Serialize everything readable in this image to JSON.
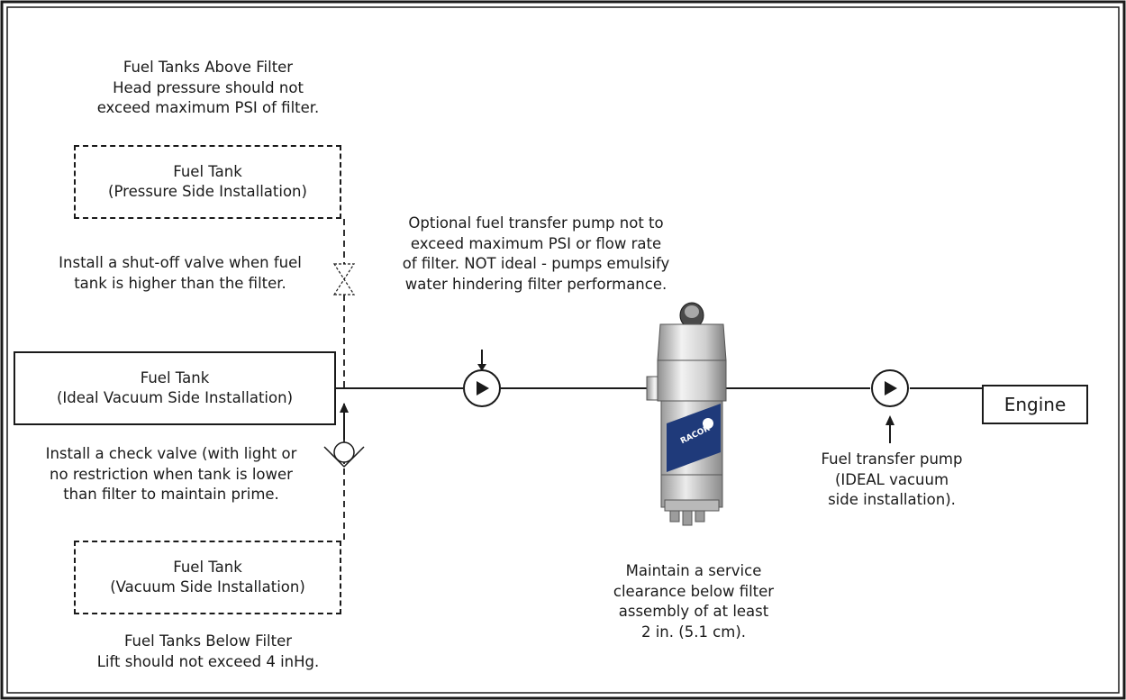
{
  "tanks": {
    "pressure_side": {
      "title": "Fuel Tank",
      "subtitle": "(Pressure Side Installation)"
    },
    "ideal_vacuum": {
      "title": "Fuel Tank",
      "subtitle": "(Ideal Vacuum Side Installation)"
    },
    "vacuum_side": {
      "title": "Fuel Tank",
      "subtitle": "(Vacuum Side Installation)"
    }
  },
  "engine": {
    "label": "Engine"
  },
  "notes": {
    "above_filter": [
      "Fuel Tanks Above Filter",
      "Head pressure should not",
      "exceed maximum PSI of  filter."
    ],
    "shutoff_valve": [
      "Install a shut-off valve when fuel",
      "tank is higher than the filter."
    ],
    "check_valve": [
      "Install a check valve (with light or",
      "no restriction when tank is lower",
      "than filter to maintain prime."
    ],
    "below_filter": [
      "Fuel Tanks Below Filter",
      "Lift should not exceed 4 inHg."
    ],
    "optional_pump": [
      "Optional fuel transfer pump not to",
      "exceed maximum PSI or flow rate",
      "of filter. NOT ideal - pumps emulsify",
      "water hindering filter performance."
    ],
    "service_clearance": [
      "Maintain a service",
      "clearance below filter",
      "assembly of at least",
      "2 in. (5.1 cm)."
    ],
    "transfer_pump": [
      "Fuel transfer pump",
      "(IDEAL vacuum",
      "side installation)."
    ]
  },
  "filter_label": "RACOR",
  "colors": {
    "line": "#1a1a1a",
    "filter_body": "#d9d9d9",
    "filter_label": "#1f3a7a"
  }
}
